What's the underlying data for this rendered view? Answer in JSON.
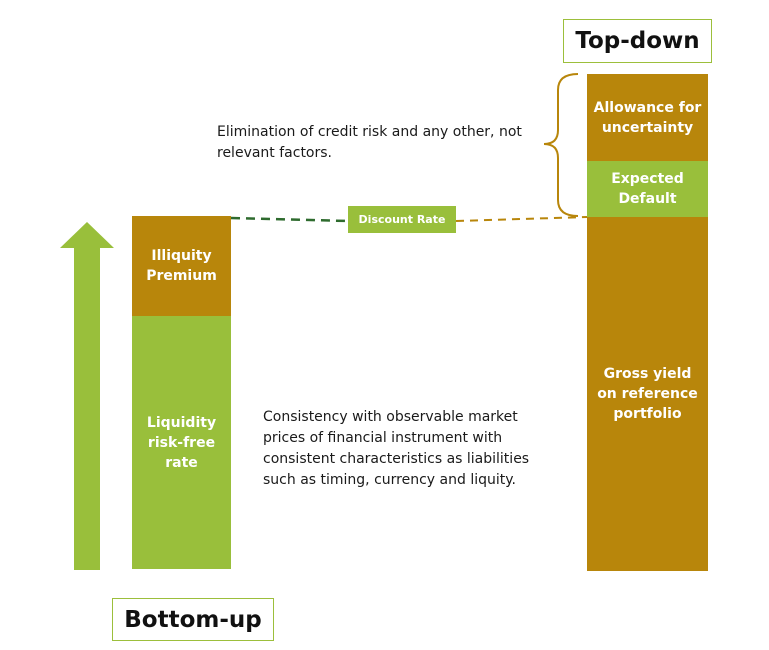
{
  "labels": {
    "top_down": "Top-down",
    "bottom_up": "Bottom-up",
    "discount_rate": "Discount Rate"
  },
  "bottom_up": {
    "illiquidity_premium": "Illiquity Premium",
    "liquidity_risk_free_rate": "Liquidity risk-free rate"
  },
  "top_down": {
    "allowance_for_uncertainty": "Allowance for uncertainty",
    "expected_default": "Expected Default",
    "gross_yield": "Gross yield on reference portfolio"
  },
  "notes": {
    "elimination": "Elimination of credit risk and any other, not relevant factors.",
    "consistency": "Consistency with observable market prices of financial instrument with consistent characteristics as liabilities such as timing, currency and liquity."
  },
  "colors": {
    "gold": "#b8860b",
    "green": "#99bf3b",
    "dark_green_dash": "#2e6b2e"
  }
}
